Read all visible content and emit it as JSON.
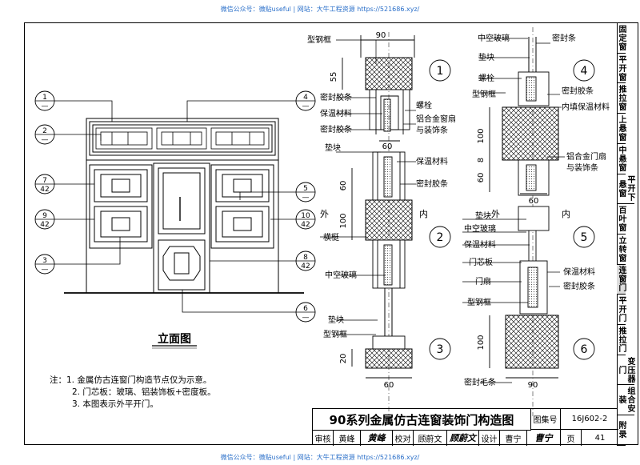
{
  "watermark": {
    "top": "微信公众号：微贴useful  |  网站：大牛工程资源  https://521686.xyz/",
    "bottom": "微信公众号：微贴useful  |  网站：大牛工程资源  https://521686.xyz/"
  },
  "sidebar": [
    "固定窗",
    "平开窗",
    "推拉窗",
    "上悬窗",
    "中悬窗",
    "平开下悬窗",
    "百叶窗",
    "立转窗",
    "连窗门",
    "平开门",
    "推拉门",
    "变压器门",
    "组合安装",
    "附录"
  ],
  "sidebar_active": "连窗门",
  "elevation": {
    "title": "立面图",
    "callouts_left": [
      "1",
      "—",
      "2",
      "—",
      "7",
      "42",
      "9",
      "42",
      "3",
      "—"
    ],
    "callouts_right": [
      "4",
      "—",
      "5",
      "—",
      "10",
      "42",
      "8",
      "42",
      "6",
      "—"
    ]
  },
  "notes": {
    "line1": "注：1. 金属仿古连窗门构造节点仅为示意。",
    "line2": "2. 门芯板：玻璃、铝装饰板+密度板。",
    "line3": "3. 本图表示外平开门。"
  },
  "section_left": {
    "dim_top": "90",
    "dim_55": "55",
    "dim_60a": "60",
    "dim_60b": "60",
    "dim_100": "100",
    "dim_20": "20",
    "dim_60c": "60",
    "labels": {
      "steel_frame": "型钢框",
      "seal_strip1": "密封胶条",
      "insulation1": "保温材料",
      "seal_strip2": "密封胶条",
      "bolt": "螺栓",
      "alu_frame": "铝合金窗扇",
      "trim": "与装饰条",
      "pad": "垫块",
      "insulation2": "保温材料",
      "seal_strip3": "密封胶条",
      "outside": "外",
      "inside": "内",
      "transom": "横梃",
      "hollow_glass": "中空玻璃",
      "pad2": "垫块",
      "steel_frame2": "型钢框"
    },
    "nums": [
      "1",
      "2",
      "3"
    ]
  },
  "section_right": {
    "dim_100a": "100",
    "dim_8": "8",
    "dim_60a": "60",
    "dim_60b": "60",
    "dim_100b": "100",
    "dim_90": "90",
    "labels": {
      "hollow_glass": "中空玻璃",
      "seal": "密封条",
      "pad": "垫块",
      "bolt": "螺栓",
      "steel_frame": "型钢框",
      "seal_strip": "密封胶条",
      "inner_insul": "内填保温材料",
      "alu_door": "铝合金门扇",
      "trim": "与装饰条",
      "outside": "外",
      "inside": "内",
      "pad2": "垫块",
      "hollow_glass2": "中空玻璃",
      "insulation": "保温材料",
      "door_panel": "门芯板",
      "insulation2": "保温材料",
      "door_leaf": "门扇",
      "seal_strip2": "密封胶条",
      "steel_frame2": "型钢框",
      "brush": "密封毛条"
    },
    "nums": [
      "4",
      "5",
      "6"
    ]
  },
  "title_block": {
    "title": "90系列金属仿古连窗装饰门构造图",
    "atlas_label": "图集号",
    "atlas_no": "16J602-2",
    "review_label": "审核",
    "reviewer": "黄峰",
    "check_label": "校对",
    "checker": "顾蔚文",
    "design_label": "设计",
    "designer": "曹宁",
    "page_label": "页",
    "page_no": "41"
  }
}
